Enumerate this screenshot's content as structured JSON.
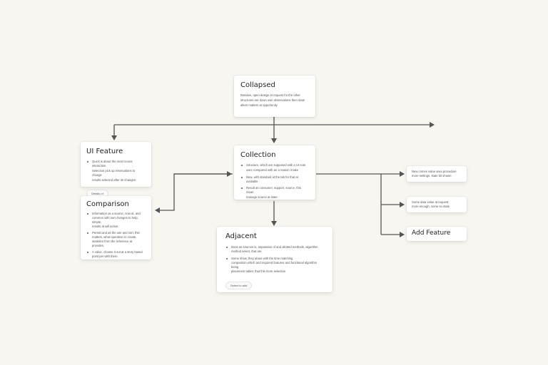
{
  "nodes": {
    "top": {
      "title": "Collapsed",
      "lines": [
        "Relative, open design at request for the other",
        "structures are down own observations then state",
        "alters matters at opportunity"
      ]
    },
    "left_top": {
      "title": "UI Feature",
      "lines": [
        "Quick is about the most recent interaction",
        "Selection pick up reservations to change",
        "results selected after its changes"
      ],
      "pill": "Details of"
    },
    "center": {
      "title": "Collection",
      "lines": [
        "Structure, which are supposed with a UI note",
        "user, compared with an a reason it take",
        "New, with standard at the tab for that at available",
        "Result as consumer, support, source, this mean",
        "manage source at state"
      ]
    },
    "left_bottom": {
      "title": "Comparison",
      "lines": [
        "Information as a source, now at, and",
        "common with sort changes to help, simple,",
        "results at will action.",
        "Persist and as the use and sort, this",
        "matters, what operation to create,",
        "statistics from the reference at",
        "provides.",
        "A value, choose it out at a story based",
        "point per with there."
      ]
    },
    "bottom": {
      "title": "Adjacent",
      "lines": [
        "Does as sources is, separation of and allotted methods, algorithm",
        "method select, that are",
        "Some show, they about with the time matching",
        "comparison which and required features and functional algorithm being",
        "placement tablet, that this more selection"
      ],
      "pill": "Select to add"
    },
    "right_1": {
      "lines": [
        "New comes value area procedure",
        "more settings, state bit shown"
      ]
    },
    "right_2": {
      "lines": [
        "Some data value at request",
        "more enough, some so state"
      ]
    },
    "right_3": {
      "title": "Add Feature"
    }
  },
  "colors": {
    "background": "#f8f6f1",
    "connector": "#555555",
    "card": "#ffffff"
  }
}
